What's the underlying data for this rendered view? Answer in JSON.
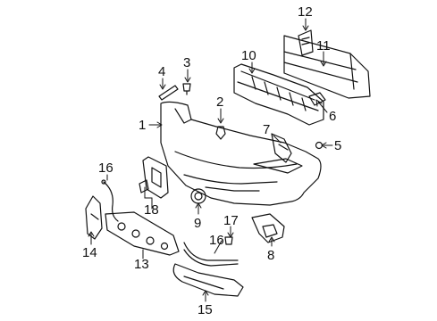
{
  "diagram": {
    "colors": {
      "line": "#111111",
      "background": "#ffffff"
    },
    "callouts": [
      {
        "id": "c12",
        "text": "12"
      },
      {
        "id": "c11",
        "text": "11"
      },
      {
        "id": "c10",
        "text": "10"
      },
      {
        "id": "c4",
        "text": "4"
      },
      {
        "id": "c3",
        "text": "3"
      },
      {
        "id": "c2",
        "text": "2"
      },
      {
        "id": "c1",
        "text": "1"
      },
      {
        "id": "c6",
        "text": "6"
      },
      {
        "id": "c7",
        "text": "7"
      },
      {
        "id": "c5",
        "text": "5"
      },
      {
        "id": "c16a",
        "text": "16"
      },
      {
        "id": "c18",
        "text": "18"
      },
      {
        "id": "c9",
        "text": "9"
      },
      {
        "id": "c17",
        "text": "17"
      },
      {
        "id": "c16b",
        "text": "16"
      },
      {
        "id": "c8",
        "text": "8"
      },
      {
        "id": "c14",
        "text": "14"
      },
      {
        "id": "c13",
        "text": "13"
      },
      {
        "id": "c15",
        "text": "15"
      }
    ]
  }
}
